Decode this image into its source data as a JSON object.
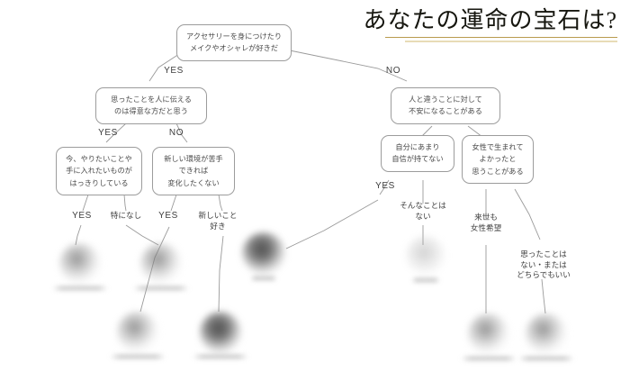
{
  "header": {
    "title": "あなたの運命の宝石は?"
  },
  "flowchart": {
    "questions": [
      {
        "id": "q-root",
        "lines": [
          "アクセサリーを身につけたり",
          "メイクやオシャレが好きだ"
        ]
      },
      {
        "id": "q-express",
        "lines": [
          "思ったことを人に伝える",
          "のは得意な方だと思う"
        ]
      },
      {
        "id": "q-different",
        "lines": [
          "人と違うことに対して",
          "不安になることがある"
        ]
      },
      {
        "id": "q-want",
        "lines": [
          "今、やりたいことや",
          "手に入れたいものが",
          "はっきりしている"
        ]
      },
      {
        "id": "q-change",
        "lines": [
          "新しい環境が苦手",
          "できれば",
          "変化したくない"
        ]
      },
      {
        "id": "q-confidence",
        "lines": [
          "自分にあまり",
          "自信が持てない"
        ]
      },
      {
        "id": "q-female",
        "lines": [
          "女性で生まれて",
          "よかったと",
          "思うことがある"
        ]
      }
    ],
    "edge_labels": [
      {
        "id": "edge-root-yes",
        "text": "YES",
        "kind": "en"
      },
      {
        "id": "edge-root-no",
        "text": "NO",
        "kind": "en"
      },
      {
        "id": "edge-express-yes",
        "text": "YES",
        "kind": "en"
      },
      {
        "id": "edge-express-no",
        "text": "NO",
        "kind": "en"
      },
      {
        "id": "edge-want-yes",
        "text": "YES",
        "kind": "en"
      },
      {
        "id": "edge-want-none",
        "text": "特になし",
        "kind": "jp"
      },
      {
        "id": "edge-change-yes",
        "text": "YES",
        "kind": "en"
      },
      {
        "id": "edge-change-new",
        "lines": [
          "新しいこと",
          "好き"
        ],
        "kind": "jp"
      },
      {
        "id": "edge-confidence-yes",
        "text": "YES",
        "kind": "en"
      },
      {
        "id": "edge-confidence-no",
        "lines": [
          "そんなことは",
          "ない"
        ],
        "kind": "jp"
      },
      {
        "id": "edge-female-next",
        "lines": [
          "来世も",
          "女性希望"
        ],
        "kind": "jp"
      },
      {
        "id": "edge-female-neutral",
        "lines": [
          "思ったことは",
          "ない・または",
          "どちらでもいい"
        ],
        "kind": "jp"
      }
    ],
    "results": [
      {
        "id": "result-1"
      },
      {
        "id": "result-2"
      },
      {
        "id": "result-3"
      },
      {
        "id": "result-4"
      },
      {
        "id": "result-5"
      },
      {
        "id": "result-6"
      },
      {
        "id": "result-7"
      },
      {
        "id": "result-8"
      }
    ]
  },
  "colors": {
    "title_text": "#16160f",
    "rule_gold": "#b99b4e",
    "rule_gold_light": "#e8dcb6",
    "box_border": "#9c9c9c",
    "box_text": "#4a4a4a",
    "connector": "#9a9a9a",
    "label_text": "#3d3d3d",
    "background": "#ffffff"
  }
}
